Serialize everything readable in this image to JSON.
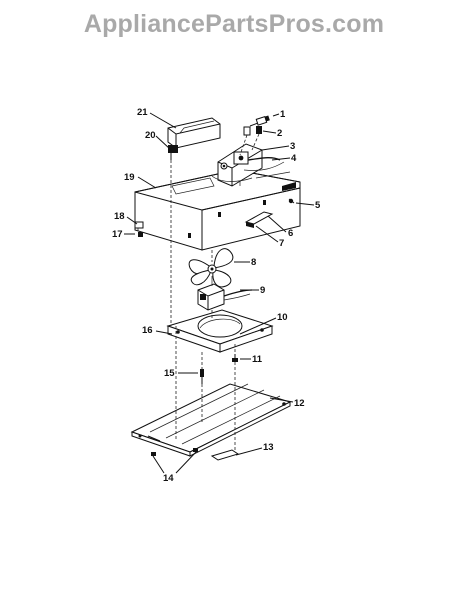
{
  "watermark": "AppliancePartsPros.com",
  "callouts": [
    "1",
    "2",
    "3",
    "4",
    "5",
    "6",
    "7",
    "8",
    "9",
    "10",
    "11",
    "12",
    "13",
    "14",
    "15",
    "16",
    "17",
    "18",
    "19",
    "20",
    "21"
  ]
}
